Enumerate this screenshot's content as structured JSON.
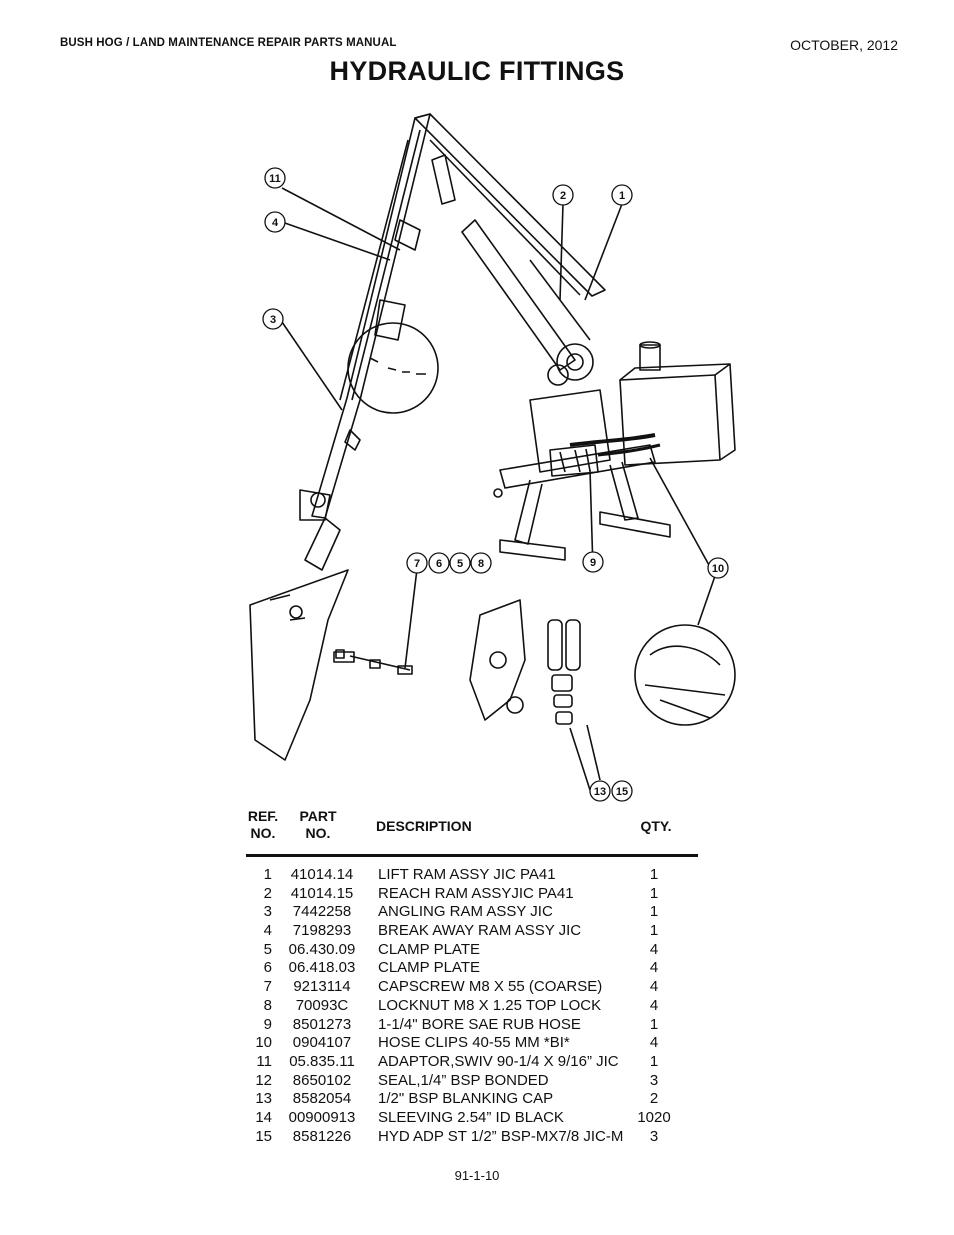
{
  "header": {
    "manual_title": "BUSH HOG / LAND MAINTENANCE REPAIR PARTS MANUAL",
    "date": "OCTOBER, 2012"
  },
  "page_title": "HYDRAULIC FITTINGS",
  "diagram": {
    "callouts": [
      "11",
      "4",
      "3",
      "2",
      "1",
      "7",
      "6",
      "5",
      "8",
      "9",
      "10",
      "13",
      "15"
    ]
  },
  "table": {
    "headers": {
      "ref_line1": "REF.",
      "ref_line2": "NO.",
      "part_line1": "PART",
      "part_line2": "NO.",
      "description": "DESCRIPTION",
      "qty": "QTY."
    },
    "rows": [
      {
        "ref": "1",
        "part": "41014.14",
        "desc": "LIFT RAM ASSY JIC PA41",
        "qty": "1"
      },
      {
        "ref": "2",
        "part": "41014.15",
        "desc": "REACH RAM ASSYJIC PA41",
        "qty": "1"
      },
      {
        "ref": "3",
        "part": "7442258",
        "desc": "ANGLING RAM ASSY JIC",
        "qty": "1"
      },
      {
        "ref": "4",
        "part": "7198293",
        "desc": "BREAK AWAY RAM ASSY JIC",
        "qty": "1"
      },
      {
        "ref": "5",
        "part": "06.430.09",
        "desc": "CLAMP PLATE",
        "qty": "4"
      },
      {
        "ref": "6",
        "part": "06.418.03",
        "desc": "CLAMP PLATE",
        "qty": "4"
      },
      {
        "ref": "7",
        "part": "9213114",
        "desc": "CAPSCREW M8 X 55 (COARSE)",
        "qty": "4"
      },
      {
        "ref": "8",
        "part": "70093C",
        "desc": "LOCKNUT M8 X 1.25 TOP LOCK",
        "qty": "4"
      },
      {
        "ref": "9",
        "part": "8501273",
        "desc": "1-1/4\" BORE SAE RUB HOSE",
        "qty": "1"
      },
      {
        "ref": "10",
        "part": "0904107",
        "desc": "HOSE CLIPS 40-55 MM *BI*",
        "qty": "4"
      },
      {
        "ref": "11",
        "part": "05.835.11",
        "desc": "ADAPTOR,SWIV 90-1/4 X 9/16” JIC",
        "qty": "1"
      },
      {
        "ref": "12",
        "part": "8650102",
        "desc": "SEAL,1/4” BSP BONDED",
        "qty": "3"
      },
      {
        "ref": "13",
        "part": "8582054",
        "desc": "1/2\" BSP BLANKING CAP",
        "qty": "2"
      },
      {
        "ref": "14",
        "part": "00900913",
        "desc": "SLEEVING 2.54” ID BLACK",
        "qty": "1020"
      },
      {
        "ref": "15",
        "part": "8581226",
        "desc": "HYD ADP ST 1/2” BSP-MX7/8 JIC-M",
        "qty": "3"
      }
    ]
  },
  "footer": {
    "page_number": "91-1-10"
  }
}
